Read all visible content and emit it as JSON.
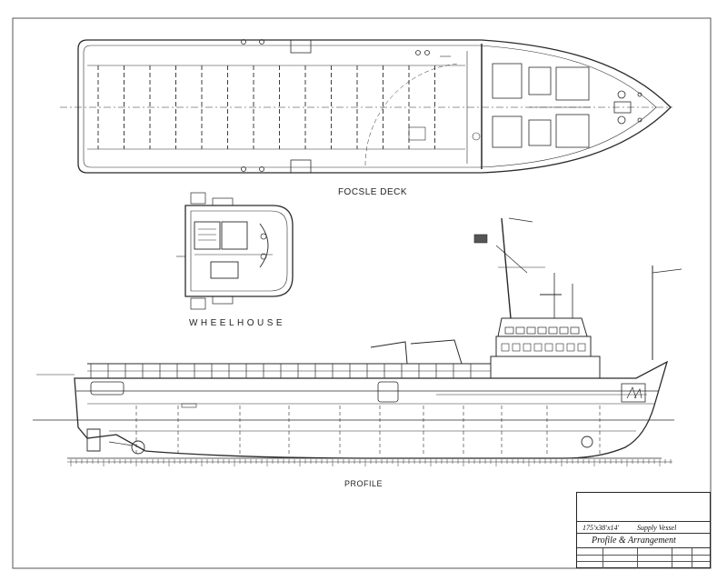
{
  "labels": {
    "focsle_deck": "FOCSLE DECK",
    "wheelhouse": "WHEELHOUSE",
    "profile": "PROFILE"
  },
  "title_block": {
    "dimensions": "175'x38'x14'",
    "vessel_type": "Supply Vessel",
    "title": "Profile & Arrangement"
  },
  "colors": {
    "line": "#2a2a2a",
    "paper": "#ffffff"
  }
}
